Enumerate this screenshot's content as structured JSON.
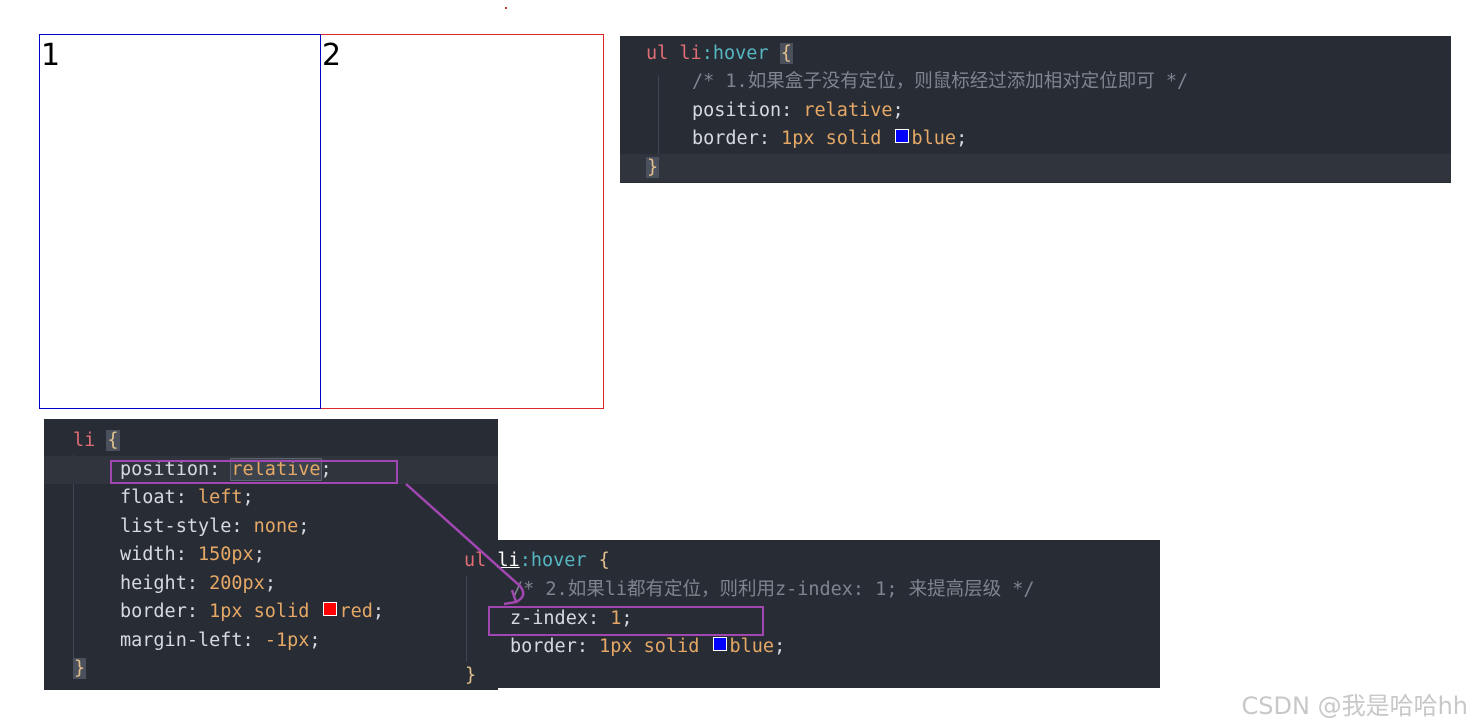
{
  "demo": {
    "box1_label": "1",
    "box2_label": "2"
  },
  "code_top": {
    "selector_ul": "ul",
    "selector_li": "li",
    "pseudo": ":hover",
    "open_brace": "{",
    "comment": "/* 1.如果盒子没有定位，则鼠标经过添加相对定位即可 */",
    "position_prop": "position",
    "position_val": "relative",
    "border_prop": "border",
    "border_width": "1px",
    "border_style": "solid",
    "border_color_name": "blue",
    "close_brace": "}"
  },
  "code_left": {
    "selector": "li",
    "open_brace": "{",
    "lines": [
      {
        "prop": "position",
        "val": "relative"
      },
      {
        "prop": "float",
        "val": "left"
      },
      {
        "prop": "list-style",
        "val": "none"
      },
      {
        "prop": "width",
        "val": "150px"
      },
      {
        "prop": "height",
        "val": "200px"
      },
      {
        "prop": "border",
        "val": "1px solid"
      },
      {
        "prop": "margin-left",
        "val": "-1px"
      }
    ],
    "border_color_name": "red",
    "close_brace": "}"
  },
  "code_right": {
    "selector_ul": "ul",
    "selector_li": "li",
    "pseudo": ":hover",
    "open_brace": "{",
    "comment": "/* 2.如果li都有定位，则利用z-index: 1; 来提高层级 */",
    "zindex_prop": "z-index",
    "zindex_val": "1",
    "border_prop": "border",
    "border_width": "1px",
    "border_style": "solid",
    "border_color_name": "blue",
    "close_brace": "}"
  },
  "colors": {
    "editor_bg": "#282c34",
    "highlight_box": "#a247b2",
    "swatch_blue": "#0000ff",
    "swatch_red": "#ff0000"
  },
  "watermark": "CSDN @我是哈哈hh"
}
